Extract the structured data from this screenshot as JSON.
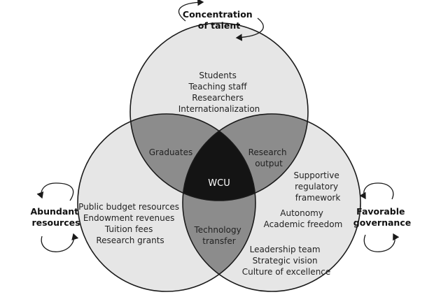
{
  "colors": {
    "circle_fill": "#e6e6e6",
    "pair_overlap_fill": "#8c8c8c",
    "center_fill": "#141414",
    "outline": "#1a1a1a"
  },
  "outer_labels": {
    "top_line1": "Concentration",
    "top_line2": "of talent",
    "left_line1": "Abundant",
    "left_line2": "resources",
    "right_line1": "Favorable",
    "right_line2": "governance"
  },
  "top_circle": {
    "items": [
      "Students",
      "Teaching staff",
      "Researchers",
      "Internationalization"
    ]
  },
  "left_circle": {
    "items": [
      "Public budget resources",
      "Endowment revenues",
      "Tuition fees",
      "Research grants"
    ]
  },
  "right_circle": {
    "group1": [
      "Supportive",
      "regulatory",
      "framework"
    ],
    "group2": [
      "Autonomy",
      "Academic freedom"
    ],
    "group3": [
      "Leadership team",
      "Strategic vision",
      "Culture of excellence"
    ]
  },
  "overlaps": {
    "top_left": "Graduates",
    "top_right_line1": "Research",
    "top_right_line2": "output",
    "left_right_line1": "Technology",
    "left_right_line2": "transfer",
    "center": "WCU"
  }
}
